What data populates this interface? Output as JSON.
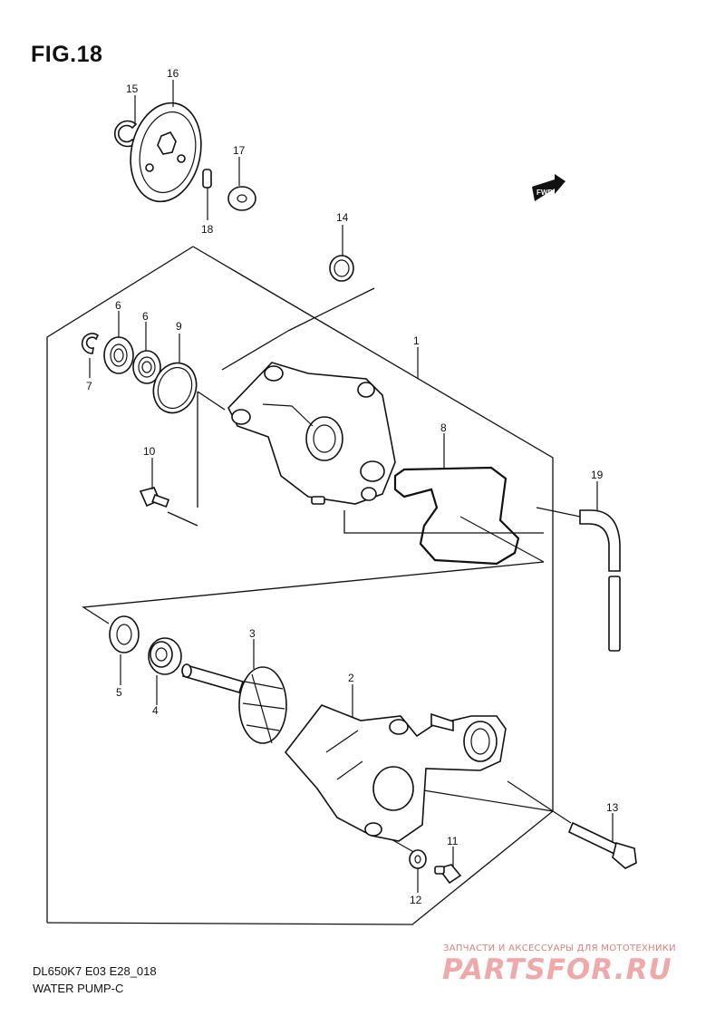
{
  "figure": {
    "title": "FIG.18",
    "code": "DL650K7 E03 E28_018",
    "name": "WATER PUMP-C"
  },
  "fwd_badge": "FWD",
  "callouts": [
    "1",
    "2",
    "3",
    "4",
    "5",
    "6",
    "6",
    "7",
    "8",
    "9",
    "10",
    "11",
    "12",
    "13",
    "14",
    "15",
    "16",
    "17",
    "18",
    "19"
  ],
  "watermark": {
    "tagline": "ЗАПЧАСТИ И АКСЕССУАРЫ ДЛЯ МОТОТЕХНИКИ",
    "logo": "PARTSFOR.RU"
  }
}
